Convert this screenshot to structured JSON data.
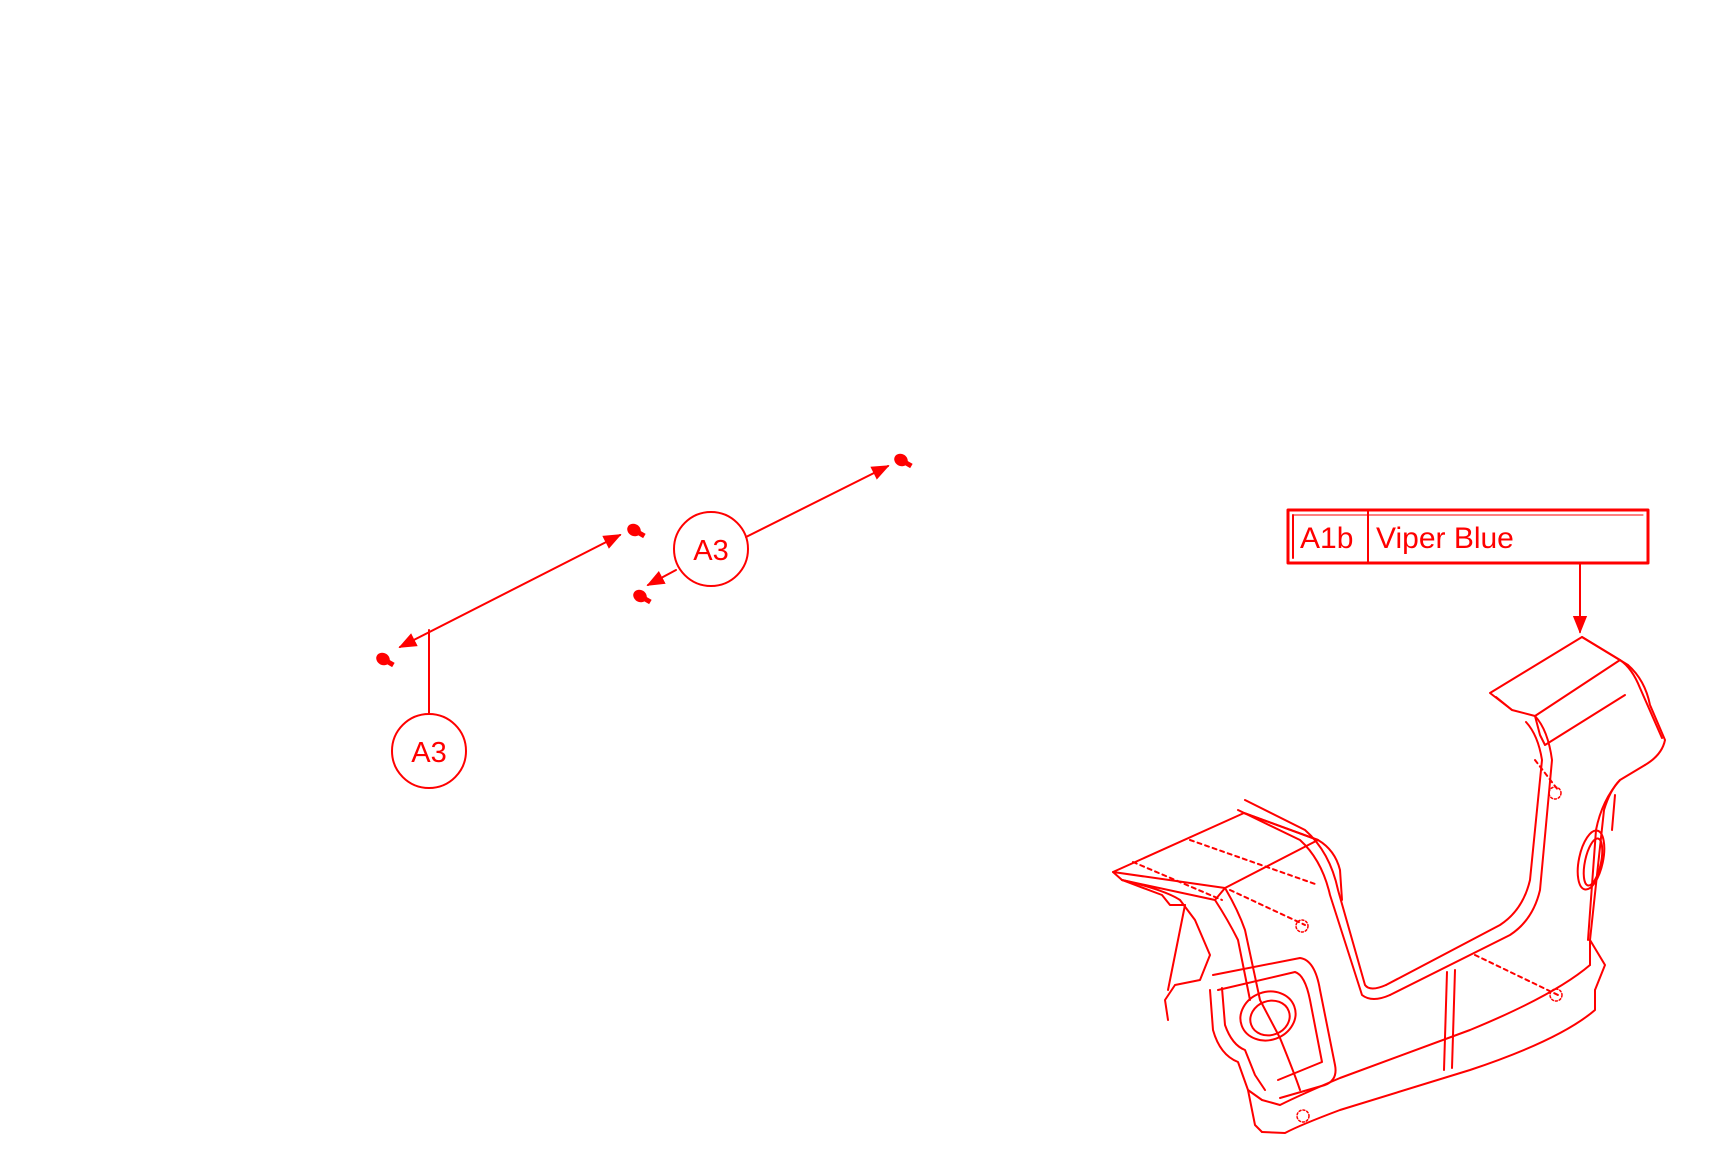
{
  "diagram": {
    "accent_color": "#ff0000",
    "callouts": [
      {
        "id": "callout-a3-left",
        "label": "A3"
      },
      {
        "id": "callout-a3-center",
        "label": "A3"
      }
    ],
    "part_label": {
      "code": "A1b",
      "description": "Viper Blue"
    },
    "icons": [
      "screw-icon",
      "screw-icon",
      "screw-icon",
      "screw-icon"
    ]
  }
}
